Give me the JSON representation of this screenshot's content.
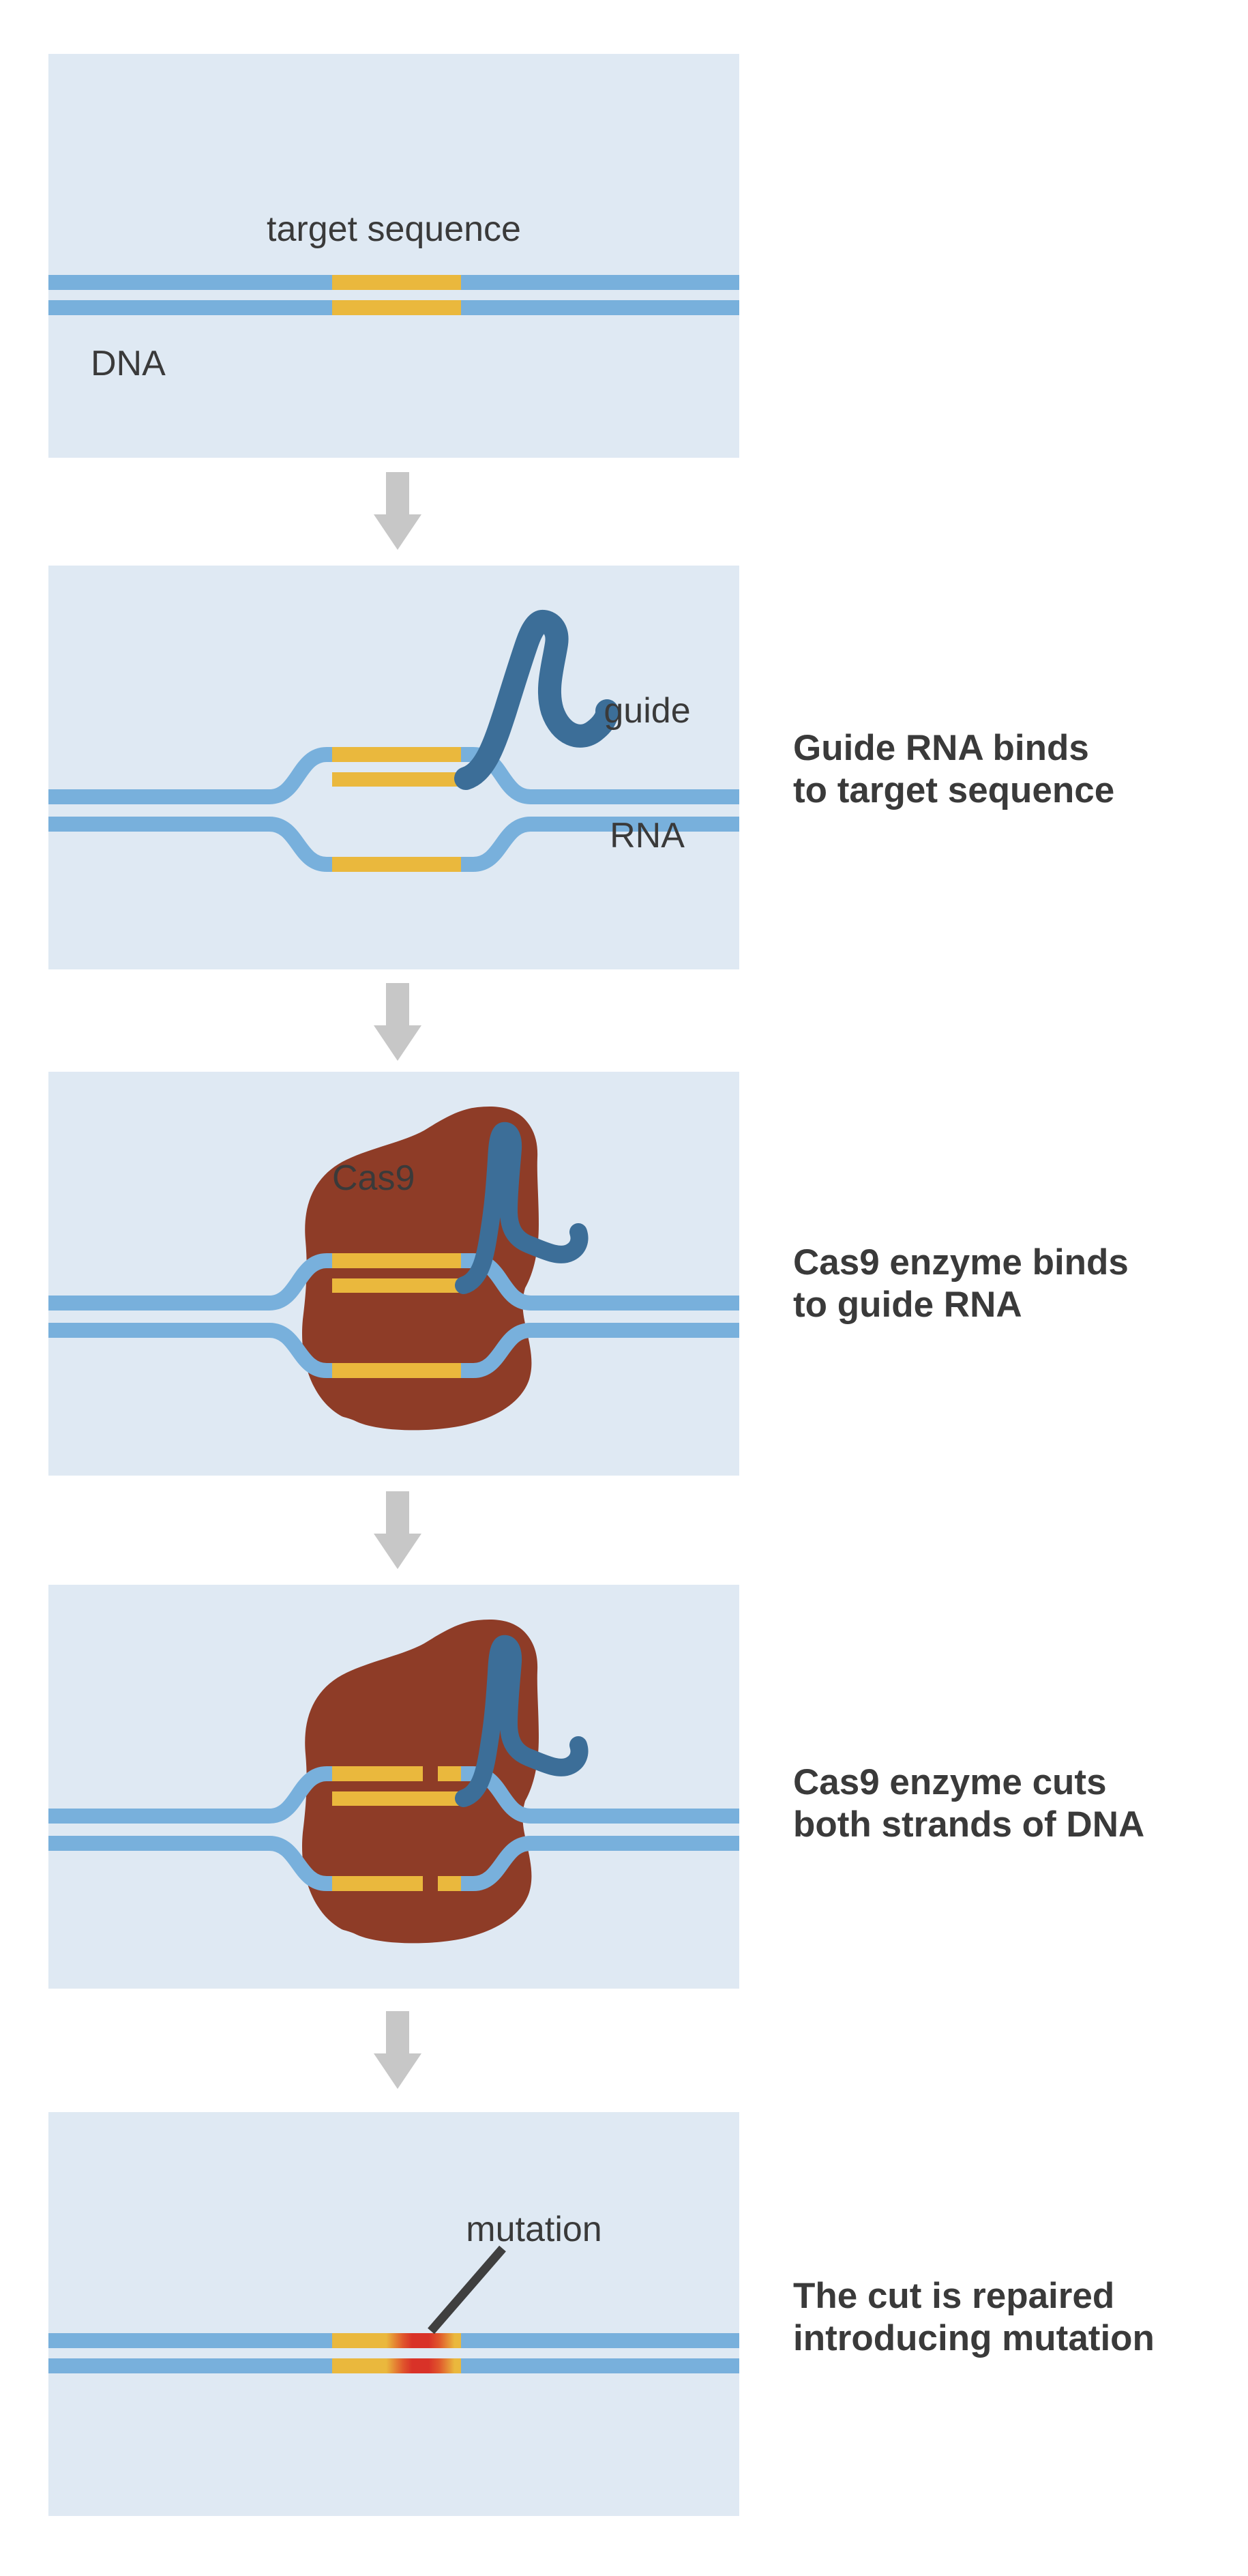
{
  "colors": {
    "page_bg": "#ffffff",
    "panel_bg": "#dfe9f3",
    "dna_strand": "#78b0dc",
    "target_sequence": "#eab83d",
    "guide_rna": "#3c6e98",
    "cas9_enzyme": "#8e3c27",
    "mutation_red": "#d93228",
    "arrow_gray": "#c7c7c7",
    "text": "#3a3a3a",
    "pointer_line": "#3f3f3f"
  },
  "panels": {
    "dna": {
      "target_label": "target sequence",
      "dna_label": "DNA"
    },
    "guide_rna": {
      "label_line1": "guide",
      "label_line2": "RNA",
      "caption_line1": "Guide RNA binds",
      "caption_line2": "to target sequence"
    },
    "cas9_binds": {
      "cas9_label": "Cas9",
      "caption_line1": "Cas9 enzyme binds",
      "caption_line2": "to guide RNA"
    },
    "cas9_cuts": {
      "caption_line1": "Cas9 enzyme cuts",
      "caption_line2": "both strands of DNA"
    },
    "repair": {
      "mutation_label": "mutation",
      "caption_line1": "The cut is repaired",
      "caption_line2": "introducing mutation"
    }
  }
}
